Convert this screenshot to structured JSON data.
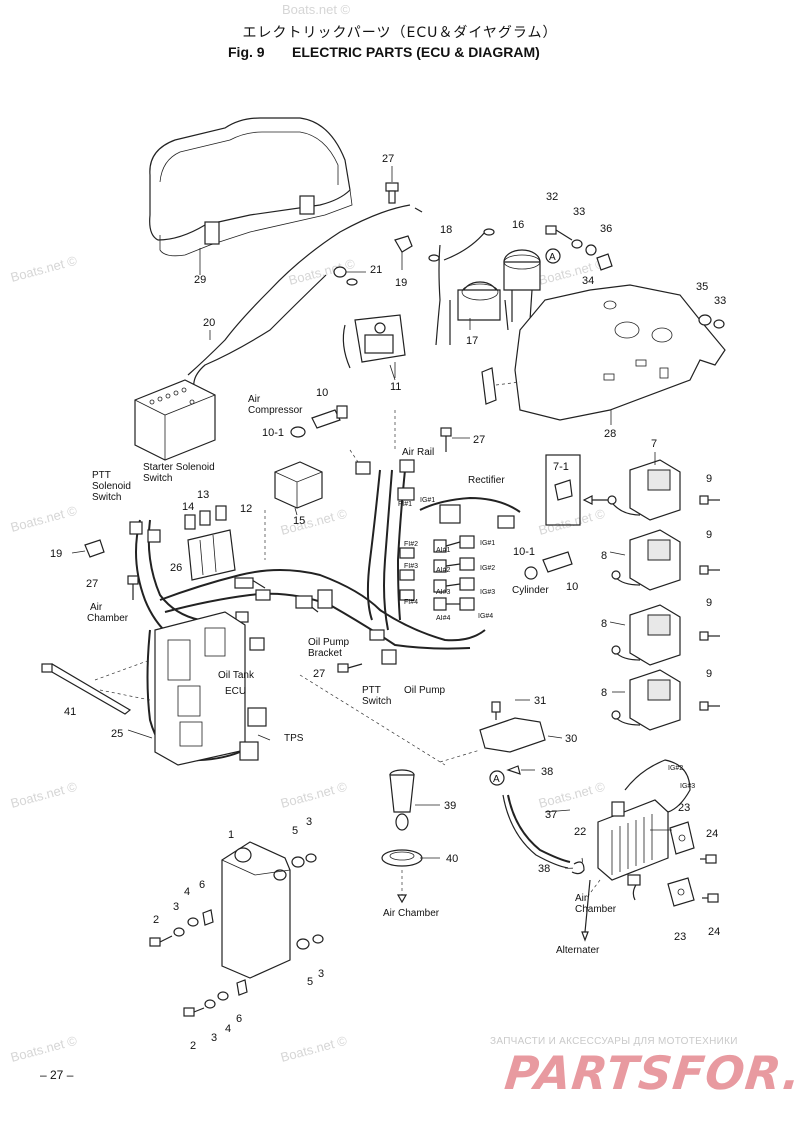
{
  "header": {
    "title_jp": "エレクトリックパーツ（ECU＆ダイヤグラム）",
    "fig_label": "Fig. 9",
    "title_en": "ELECTRIC PARTS (ECU & DIAGRAM)"
  },
  "watermark": "Boats.net ©",
  "page_number": "– 27 –",
  "shop": {
    "subtitle": "ЗАПЧАСТИ И АКСЕССУАРЫ ДЛЯ МОТОТЕХНИКИ",
    "logo": "PARTSFOR.RU"
  },
  "part_numbers": {
    "p1": "1",
    "p2": "2",
    "p3": "3",
    "p4": "4",
    "p5": "5",
    "p6": "6",
    "p7": "7",
    "p7_1": "7-1",
    "p8": "8",
    "p9": "9",
    "p10": "10",
    "p10_1": "10-1",
    "p11": "11",
    "p12": "12",
    "p13": "13",
    "p14": "14",
    "p15": "15",
    "p16": "16",
    "p17": "17",
    "p18": "18",
    "p19": "19",
    "p20": "20",
    "p21": "21",
    "p22": "22",
    "p23": "23",
    "p24": "24",
    "p25": "25",
    "p26": "26",
    "p27": "27",
    "p28": "28",
    "p29": "29",
    "p30": "30",
    "p31": "31",
    "p32": "32",
    "p33": "33",
    "p34": "34",
    "p35": "35",
    "p36": "36",
    "p37": "37",
    "p38": "38",
    "p39": "39",
    "p40": "40",
    "p41": "41"
  },
  "labels": {
    "air_compressor_1": "Air",
    "air_compressor_2": "Compressor",
    "air_rail": "Air Rail",
    "rectifier": "Rectifier",
    "ptt_solenoid_1": "PTT",
    "ptt_solenoid_2": "Solenoid",
    "ptt_solenoid_3": "Switch",
    "starter_solenoid_1": "Starter Solenoid",
    "starter_solenoid_2": "Switch",
    "air_chamber_1": "Air",
    "air_chamber_2": "Chamber",
    "cylinder": "Cylinder",
    "oil_pump_bracket_1": "Oil Pump",
    "oil_pump_bracket_2": "Bracket",
    "oil_tank": "Oil Tank",
    "ecu": "ECU",
    "tps": "TPS",
    "ptt_switch_1": "PTT",
    "ptt_switch_2": "Switch",
    "oil_pump": "Oil Pump",
    "air_chamber_bottom": "Air Chamber",
    "air_chamber_right_1": "Air",
    "air_chamber_right_2": "Chamber",
    "alternator": "Alternater",
    "circle_a": "A",
    "ig1": "IG#1",
    "ig2": "IG#2",
    "ig3": "IG#3",
    "ig4": "IG#4",
    "fi1": "FI#1",
    "fi2": "FI#2",
    "fi3": "FI#3",
    "fi4": "FI#4",
    "ai1": "AI#1",
    "ai2": "AI#2",
    "ai3": "AI#3",
    "ai4": "AI#4",
    "r_ig2": "IG#2",
    "r_ig3": "IG#3"
  }
}
